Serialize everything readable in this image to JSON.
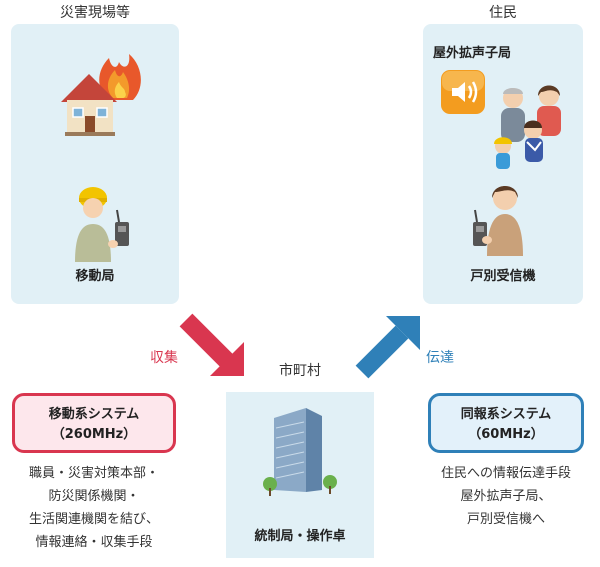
{
  "left_panel": {
    "title": "災害現場等",
    "station_label": "移動局"
  },
  "right_panel": {
    "title": "住民",
    "speaker_label": "屋外拡声子局",
    "receiver_label": "戸別受信機"
  },
  "center": {
    "title": "市町村",
    "station_label": "統制局・操作卓"
  },
  "arrows": {
    "collect_label": "収集",
    "transmit_label": "伝達",
    "collect_color": "#d9364f",
    "transmit_color": "#2f80b8"
  },
  "mobile_system": {
    "name": "移動系システム",
    "freq": "（260MHz）",
    "border_color": "#d9364f",
    "fill_color": "#fde7ec",
    "desc": [
      "職員・災害対策本部・",
      "防災関係機関・",
      "生活関連機関を結び、",
      "情報連絡・収集手段"
    ]
  },
  "broadcast_system": {
    "name": "同報系システム",
    "freq": "（60MHz）",
    "border_color": "#2f80b8",
    "fill_color": "#e3f1fa",
    "desc": [
      "住民への情報伝達手段",
      "屋外拡声子局、",
      "戸別受信機へ"
    ]
  },
  "colors": {
    "panel_bg": "#e1f0f6"
  }
}
